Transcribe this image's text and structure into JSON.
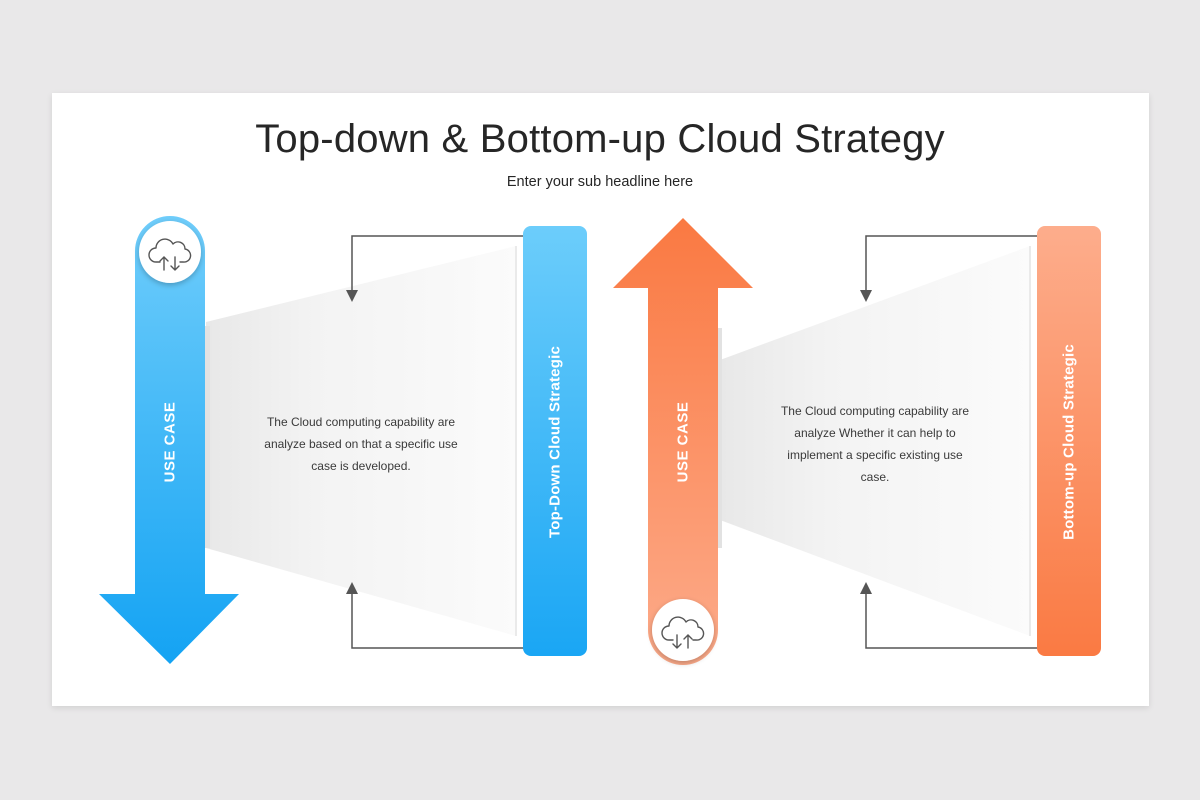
{
  "slide": {
    "title": "Top-down & Bottom-up Cloud Strategy",
    "subtitle": "Enter your sub headline here"
  },
  "panels": [
    {
      "id": "top-down",
      "arrow_label": "USE CASE",
      "arrow_direction": "down",
      "bar_label": "Top-Down Cloud Strategic",
      "description": "The Cloud computing capability are analyze based on that a specific use case is developed.",
      "icon": "cloud-sync-icon",
      "color": "#29a9f5"
    },
    {
      "id": "bottom-up",
      "arrow_label": "USE CASE",
      "arrow_direction": "up",
      "bar_label": "Bottom-up Cloud Strategic",
      "description": "The Cloud computing capability are analyze Whether it can help to implement a specific existing use case.",
      "icon": "cloud-sync-icon",
      "color": "#fb7a45"
    }
  ],
  "colors": {
    "blue_light": "#6ccdfb",
    "blue": "#17a6f4",
    "orange_light": "#fdb08f",
    "orange": "#fa7a42",
    "connector": "#555555"
  }
}
